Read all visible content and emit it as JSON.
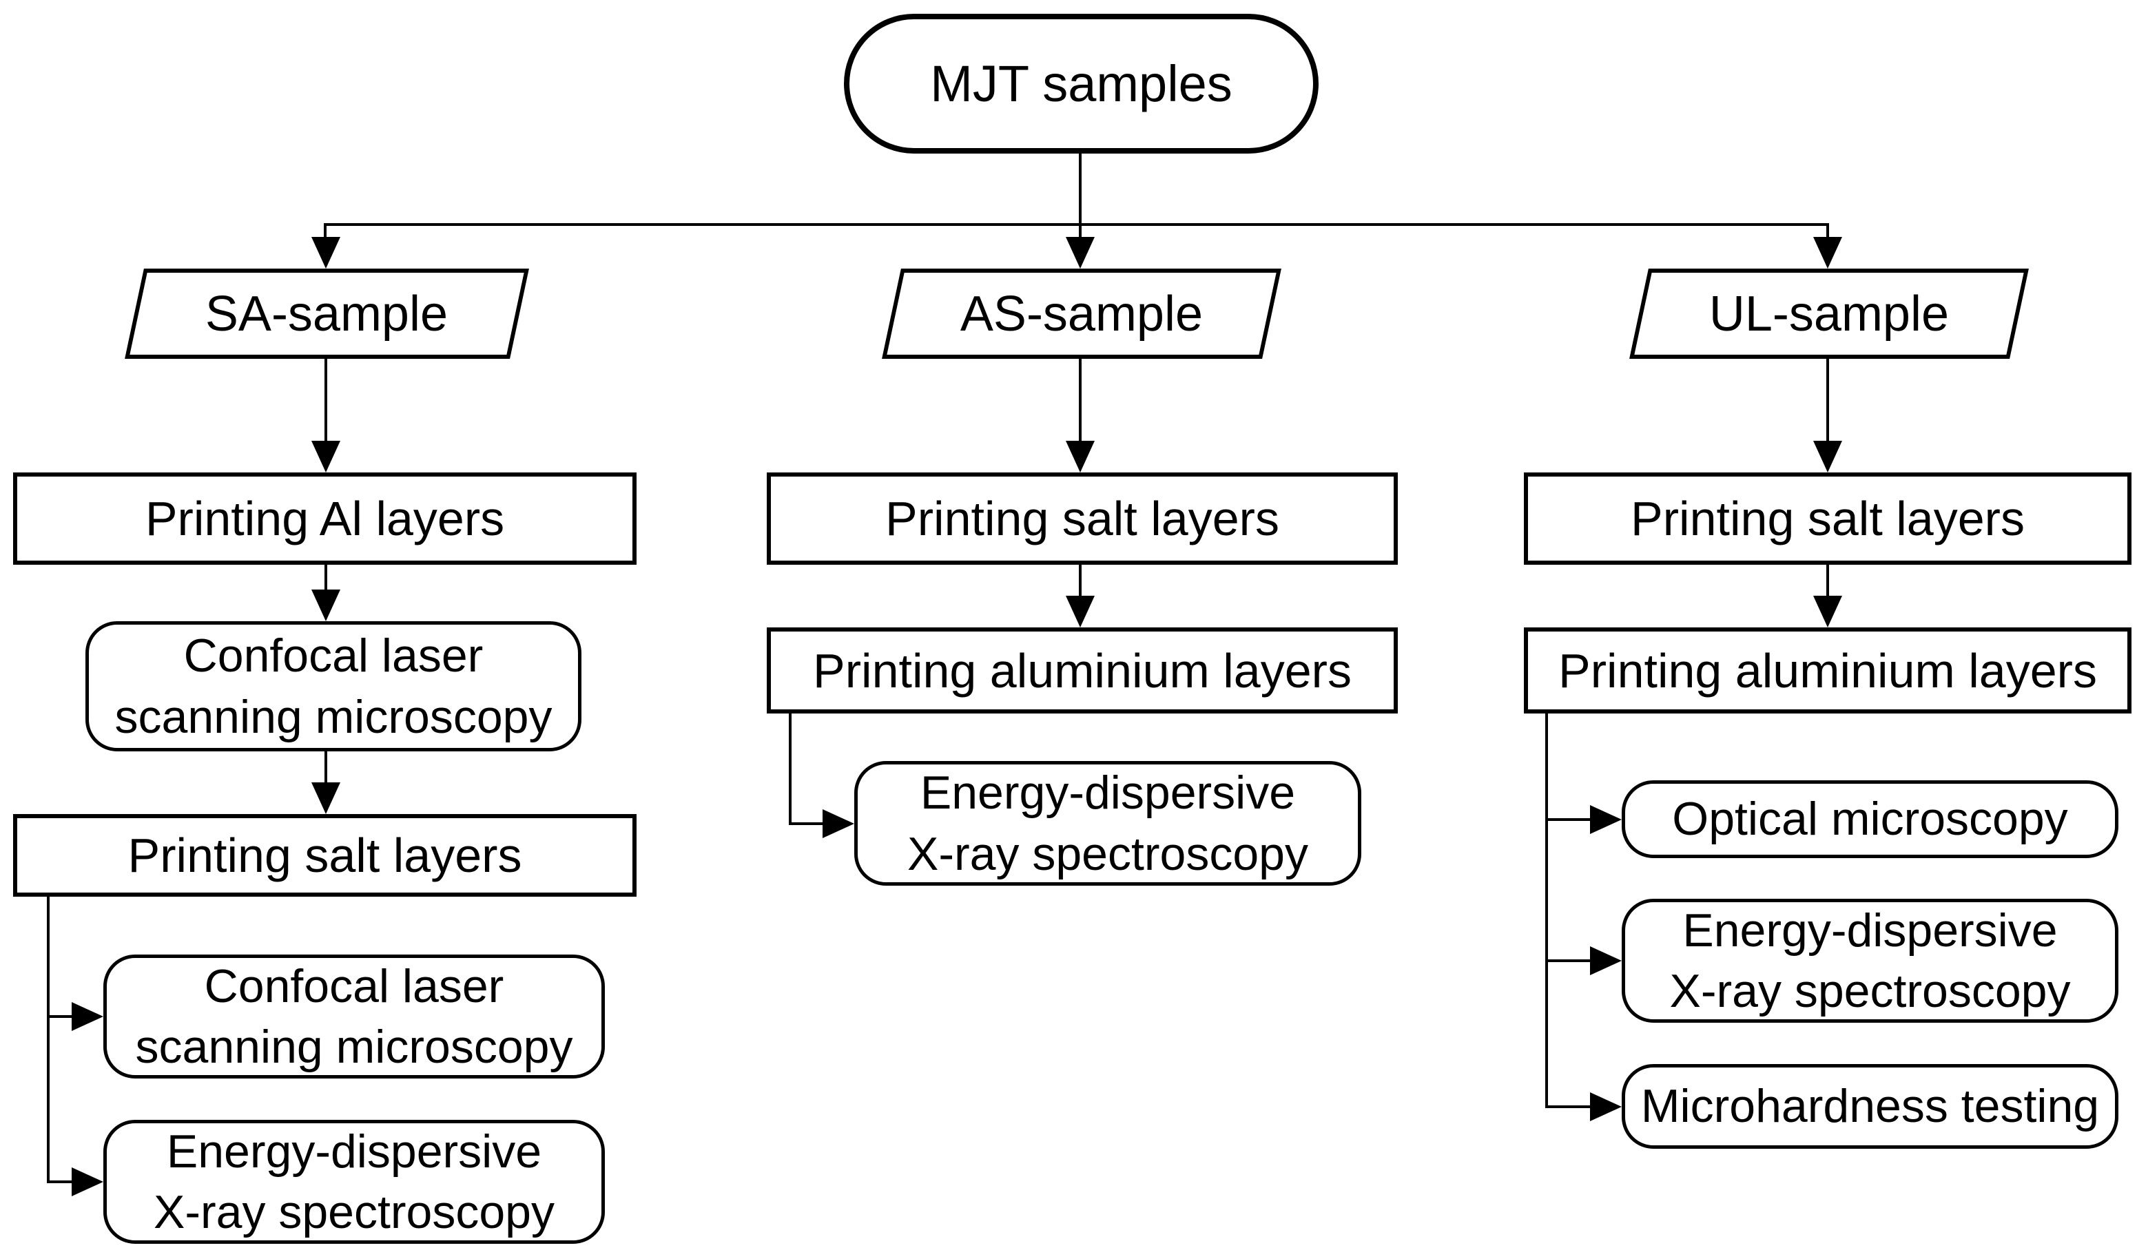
{
  "colors": {
    "line": "#000000",
    "background": "#ffffff",
    "box_fill": "#ffffff",
    "text": "#000000"
  },
  "diagram_type": "flowchart",
  "root": {
    "label": "MJT samples",
    "shape": "stadium"
  },
  "branches": [
    {
      "sample": {
        "label": "SA-sample",
        "shape": "parallelogram"
      },
      "process_steps": [
        {
          "label": "Printing Al layers",
          "shape": "rectangle"
        },
        {
          "label": "Confocal laser\nscanning microscopy",
          "shape": "rounded"
        },
        {
          "label": "Printing salt layers",
          "shape": "rectangle"
        }
      ],
      "analyses": [
        {
          "label": "Confocal laser\nscanning microscopy",
          "shape": "rounded"
        },
        {
          "label": "Energy-dispersive\nX-ray spectroscopy",
          "shape": "rounded"
        }
      ]
    },
    {
      "sample": {
        "label": "AS-sample",
        "shape": "parallelogram"
      },
      "process_steps": [
        {
          "label": "Printing salt layers",
          "shape": "rectangle"
        },
        {
          "label": "Printing aluminium layers",
          "shape": "rectangle"
        }
      ],
      "analyses": [
        {
          "label": "Energy-dispersive\nX-ray spectroscopy",
          "shape": "rounded"
        }
      ]
    },
    {
      "sample": {
        "label": "UL-sample",
        "shape": "parallelogram"
      },
      "process_steps": [
        {
          "label": "Printing salt layers",
          "shape": "rectangle"
        },
        {
          "label": "Printing aluminium layers",
          "shape": "rectangle"
        }
      ],
      "analyses": [
        {
          "label": "Optical microscopy",
          "shape": "rounded"
        },
        {
          "label": "Energy-dispersive\nX-ray spectroscopy",
          "shape": "rounded"
        },
        {
          "label": "Microhardness testing",
          "shape": "rounded"
        }
      ]
    }
  ],
  "edges": [
    {
      "from": "MJT samples",
      "to": "SA-sample"
    },
    {
      "from": "MJT samples",
      "to": "AS-sample"
    },
    {
      "from": "MJT samples",
      "to": "UL-sample"
    },
    {
      "from": "SA-sample",
      "to": "Printing Al layers"
    },
    {
      "from": "Printing Al layers",
      "to": "Confocal laser scanning microscopy"
    },
    {
      "from": "Confocal laser scanning microscopy",
      "to": "Printing salt layers (SA)"
    },
    {
      "from": "Printing salt layers (SA)",
      "to": "Confocal laser scanning microscopy (analysis)"
    },
    {
      "from": "Printing salt layers (SA)",
      "to": "Energy-dispersive X-ray spectroscopy (SA)"
    },
    {
      "from": "AS-sample",
      "to": "Printing salt layers (AS)"
    },
    {
      "from": "Printing salt layers (AS)",
      "to": "Printing aluminium layers (AS)"
    },
    {
      "from": "Printing aluminium layers (AS)",
      "to": "Energy-dispersive X-ray spectroscopy (AS)"
    },
    {
      "from": "UL-sample",
      "to": "Printing salt layers (UL)"
    },
    {
      "from": "Printing salt layers (UL)",
      "to": "Printing aluminium layers (UL)"
    },
    {
      "from": "Printing aluminium layers (UL)",
      "to": "Optical microscopy"
    },
    {
      "from": "Printing aluminium layers (UL)",
      "to": "Energy-dispersive X-ray spectroscopy (UL)"
    },
    {
      "from": "Printing aluminium layers (UL)",
      "to": "Microhardness testing"
    }
  ]
}
